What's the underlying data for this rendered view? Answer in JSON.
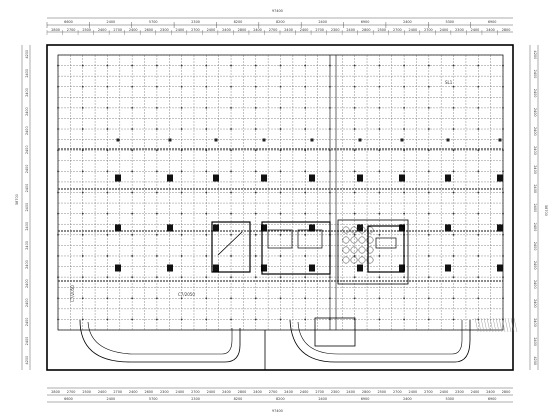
{
  "drawing": {
    "top_overall_dim": "97400",
    "bottom_overall_dim": "97400",
    "left_overall_dim": "58700",
    "right_overall_dim": "58700",
    "top_segment_dims": [
      "6600",
      "2400",
      "5700",
      "2300",
      "8200",
      "8200",
      "2400",
      "6900",
      "2400",
      "5300",
      "6900"
    ],
    "top_sub_dims": [
      "2800",
      "2700",
      "2500",
      "2400",
      "2700",
      "2400",
      "2600",
      "2300",
      "2400",
      "2700",
      "2400",
      "2400",
      "2800",
      "2400",
      "2700",
      "2400",
      "2400",
      "2700",
      "2300",
      "2400",
      "2800",
      "2500",
      "2700",
      "2400",
      "2700",
      "2400",
      "2300",
      "2400",
      "2400",
      "2800"
    ],
    "bottom_segment_dims": [
      "6600",
      "2400",
      "5700",
      "2300",
      "8200",
      "8200",
      "2400",
      "6900",
      "2400",
      "5300",
      "6900"
    ],
    "bottom_sub_dims": [
      "2800",
      "2700",
      "2500",
      "2400",
      "2700",
      "2400",
      "2600",
      "2300",
      "2400",
      "2700",
      "2400",
      "2400",
      "2800",
      "2400",
      "2700",
      "2400",
      "2400",
      "2700",
      "2300",
      "2400",
      "2800",
      "2500",
      "2700",
      "2400",
      "2700",
      "2400",
      "2300",
      "2400",
      "2400",
      "2800"
    ],
    "left_dims": [
      "4200",
      "2400",
      "2400",
      "2400",
      "2400",
      "2400",
      "2400",
      "2400",
      "2400",
      "2400",
      "2400",
      "2400",
      "2400",
      "2400",
      "2400",
      "2400",
      "4200"
    ],
    "right_dims": [
      "4200",
      "2400",
      "2400",
      "2400",
      "2400",
      "2400",
      "2400",
      "2400",
      "2400",
      "2400",
      "2400",
      "2400",
      "2400",
      "2400",
      "2400",
      "2400",
      "4200"
    ],
    "ramp_labels": [
      "C7/2050",
      "C7/2050"
    ],
    "grid_note": "SL1"
  }
}
